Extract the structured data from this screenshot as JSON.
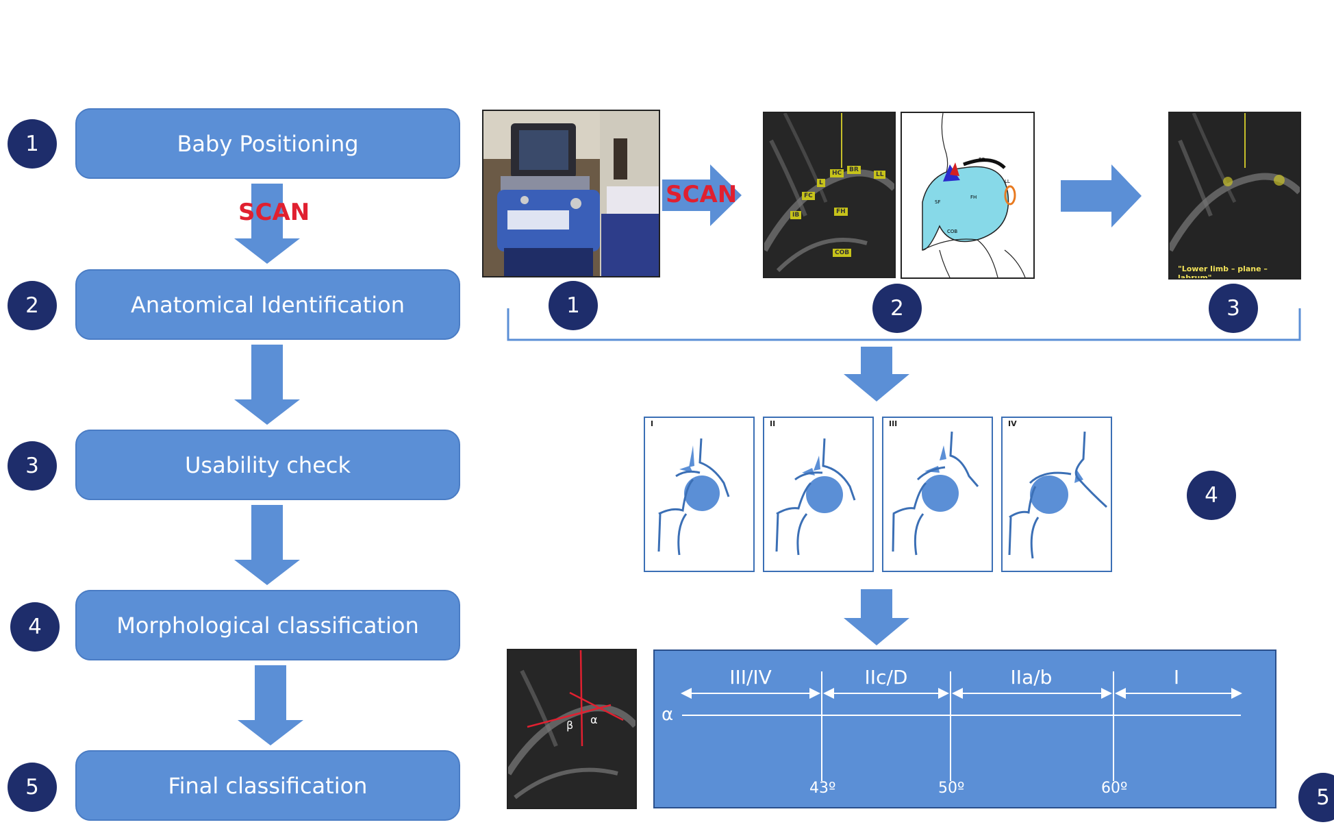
{
  "steps": [
    {
      "number": "1",
      "label": "Baby Positioning"
    },
    {
      "number": "2",
      "label": "Anatomical Identification"
    },
    {
      "number": "3",
      "label": "Usability check"
    },
    {
      "number": "4",
      "label": "Morphological classification"
    },
    {
      "number": "5",
      "label": "Final classification"
    }
  ],
  "scan_labels": {
    "left": "SCAN",
    "right": "SCAN"
  },
  "image_numbers": [
    "1",
    "2",
    "3",
    "4",
    "5"
  ],
  "ultrasound_tags": [
    "HC",
    "BR",
    "LL",
    "L",
    "FC",
    "FH",
    "IB",
    "COB"
  ],
  "diagram_tags": {
    "br": "BR",
    "ll": "LL",
    "sf": "SF",
    "fh": "FH",
    "cob": "COB"
  },
  "usability_caption": "\"Lower limb – plane – labrum\"",
  "morph_types": [
    "I",
    "II",
    "III",
    "IV"
  ],
  "classification": {
    "alpha_symbol": "α",
    "ranges": [
      "III/IV",
      "IIc/D",
      "IIa/b",
      "I"
    ],
    "ticks": [
      "43º",
      "50º",
      "60º"
    ]
  },
  "angle_labels": {
    "beta": "β",
    "alpha": "α"
  },
  "colors": {
    "box_fill": "#5b8fd6",
    "circle_fill": "#1e2d6b",
    "scan_red": "#e02030"
  }
}
